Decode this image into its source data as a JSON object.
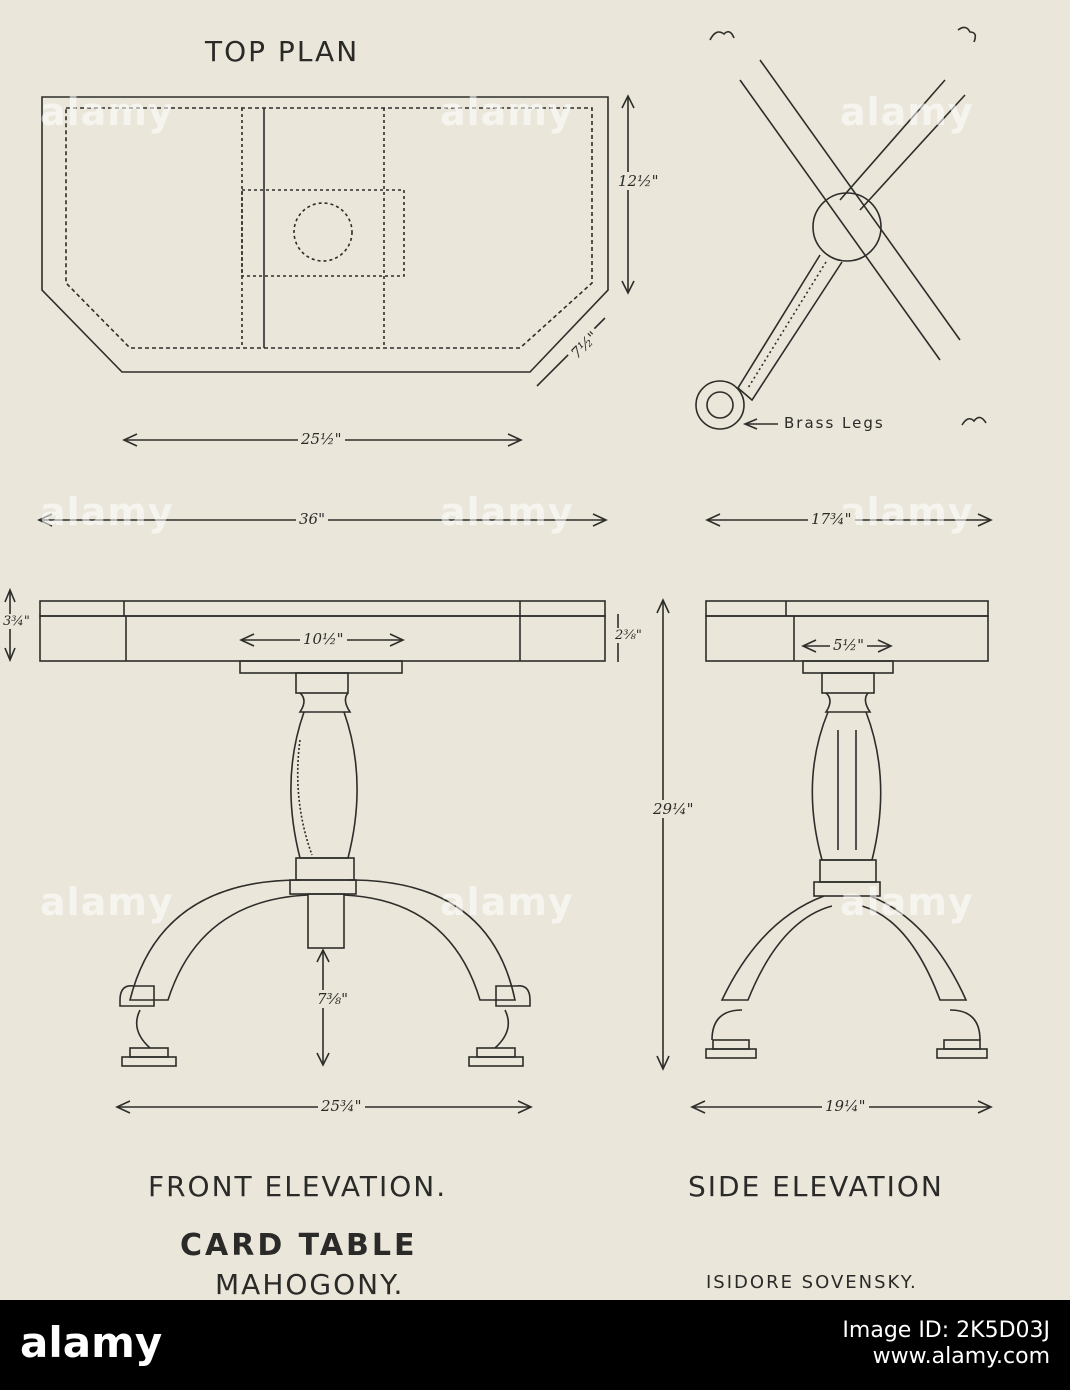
{
  "labels": {
    "top_plan": "TOP PLAN",
    "front_elevation": "FRONT ELEVATION.",
    "side_elevation": "SIDE ELEVATION",
    "title": "CARD TABLE",
    "material": "MAHOGONY.",
    "artist": "ISIDORE SOVENSKY.",
    "brass_legs": "Brass Legs"
  },
  "dimensions": {
    "plan_depth": "12½\"",
    "plan_corner": "7½\"",
    "plan_width": "25½\"",
    "overall_width": "36\"",
    "side_width": "17¾\"",
    "apron_left": "3¾\"",
    "apron_right": "2⅜\"",
    "front_block": "10½\"",
    "side_block": "5½\"",
    "height": "29¼\"",
    "leg_height": "7⅜\"",
    "front_spread": "25¾\"",
    "side_spread": "19¼\""
  },
  "watermark": "alamy",
  "footer": {
    "logo": "alamy",
    "image_id_label": "Image ID: 2K5D03J",
    "site": "www.alamy.com"
  }
}
